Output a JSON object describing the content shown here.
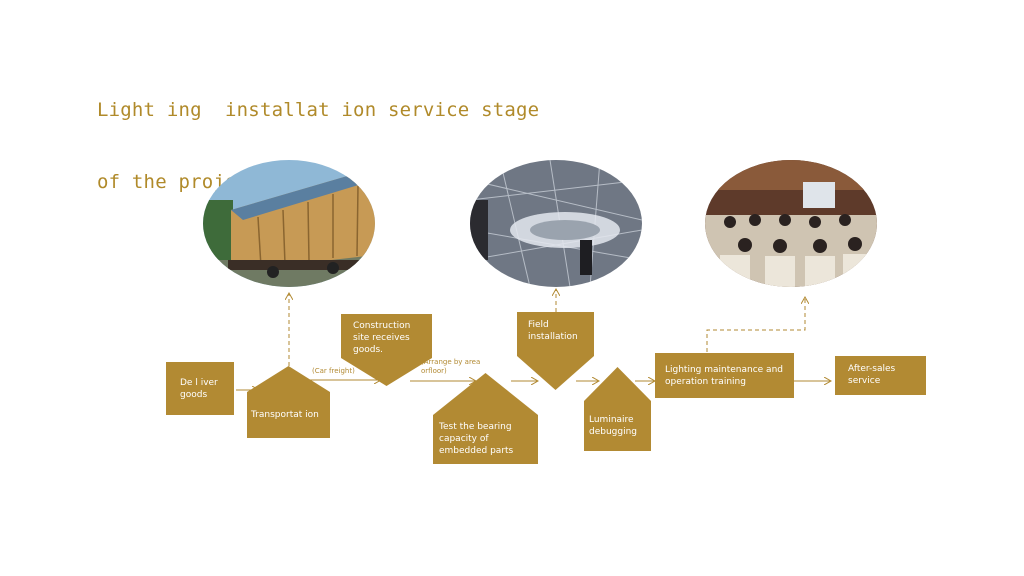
{
  "title": {
    "line1": "Light ing  installat ion service stage",
    "line2": "of the project"
  },
  "steps": {
    "deliver": "De l iver\ngoods",
    "transportation": "Transportat ion",
    "construction": "Construction\nsite receives\ngoods.",
    "test": "Test the bearing\ncapacity of\nembedded parts",
    "field": "Field\ninstallation",
    "luminaire": "Luminaire\ndebugging",
    "training": "Lighting maintenance and\noperation training",
    "aftersales": "After-sales\nservice"
  },
  "notes": {
    "car_freight": "(Car freight)",
    "arrange": "(Arrange by area\norfloor)"
  },
  "colors": {
    "accent": "#b28a33",
    "title": "#b08a2a"
  }
}
